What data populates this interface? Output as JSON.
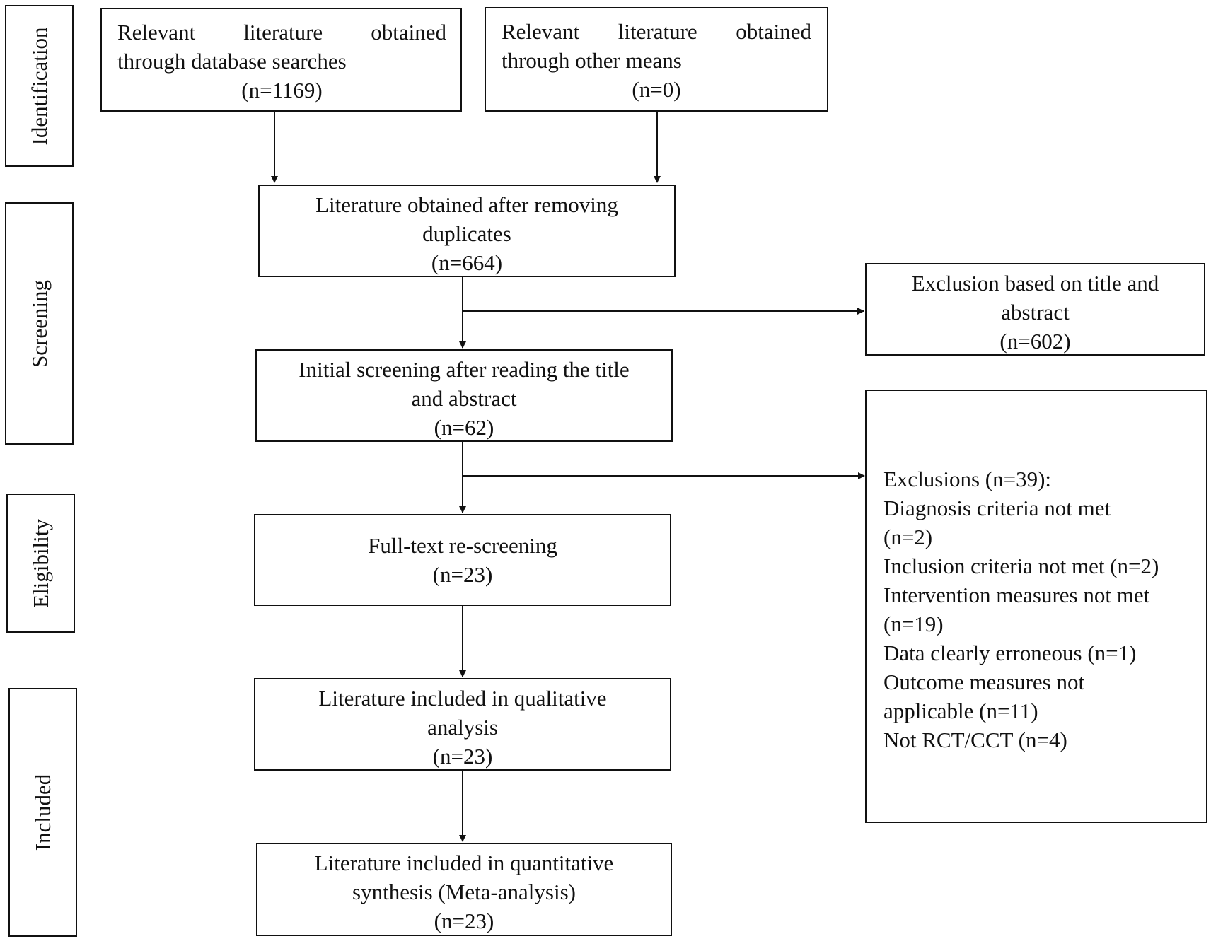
{
  "stages": {
    "identification": "Identification",
    "screening": "Screening",
    "eligibility": "Eligibility",
    "included": "Included"
  },
  "boxes": {
    "database_search": {
      "line1": "Relevant literature obtained",
      "line2": "through database searches",
      "count": "(n=1169)"
    },
    "other_means": {
      "line1": "Relevant literature obtained",
      "line2": "through other means",
      "count": "(n=0)"
    },
    "after_duplicates": {
      "line1": "Literature obtained after removing",
      "line2": "duplicates",
      "count": "(n=664)"
    },
    "excluded_title_abstract": {
      "line1": "Exclusion based on title and",
      "line2": "abstract",
      "count": "(n=602)"
    },
    "initial_screening": {
      "line1": "Initial screening after reading the title",
      "line2": "and abstract",
      "count": "(n=62)"
    },
    "full_text": {
      "line1": "Full-text re-screening",
      "count": "(n=23)"
    },
    "exclusions_fulltext": {
      "heading": "Exclusions (n=39):",
      "lines": [
        "Diagnosis criteria not met",
        "(n=2)",
        "Inclusion criteria not met (n=2)",
        "Intervention measures not met",
        "(n=19)",
        "Data clearly erroneous (n=1)",
        "Outcome measures not",
        "applicable (n=11)",
        "Not RCT/CCT (n=4)"
      ]
    },
    "qualitative": {
      "line1": "Literature included in qualitative",
      "line2": "analysis",
      "count": "(n=23)"
    },
    "quantitative": {
      "line1": "Literature included in quantitative",
      "line2": "synthesis (Meta-analysis)",
      "count": "(n=23)"
    }
  },
  "colors": {
    "stroke": "#111111",
    "background": "#ffffff"
  }
}
